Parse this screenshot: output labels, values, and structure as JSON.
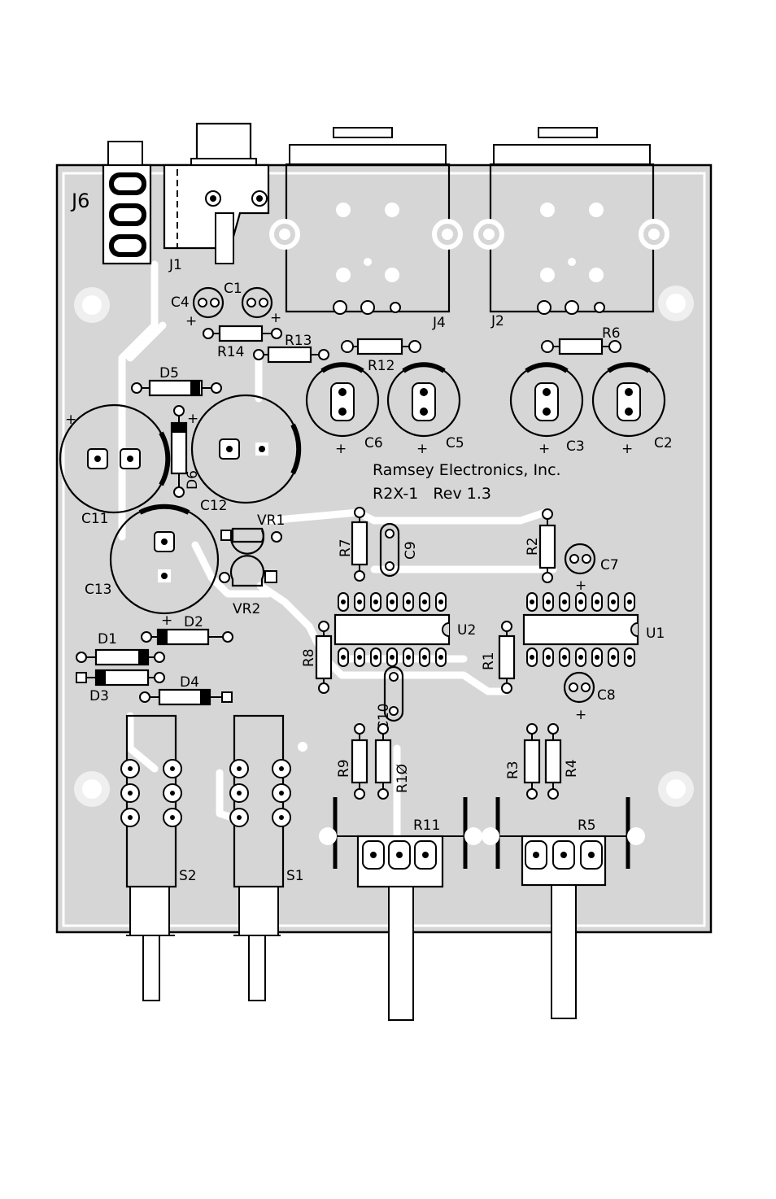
{
  "board": {
    "maker": "Ramsey Electronics, Inc.",
    "revision": "R2X-1   Rev 1.3"
  },
  "labels": {
    "J6": "J6",
    "J1": "J1",
    "J4": "J4",
    "J2": "J2",
    "C1": "C1",
    "C4": "C4",
    "R14": "R14",
    "R13": "R13",
    "R12": "R12",
    "R6": "R6",
    "D5": "D5",
    "D6": "D6",
    "C11": "C11",
    "C12": "C12",
    "C6": "C6",
    "C5": "C5",
    "C3": "C3",
    "C2": "C2",
    "VR1": "VR1",
    "VR2": "VR2",
    "C13": "C13",
    "R7": "R7",
    "C9": "C9",
    "R2": "R2",
    "C7": "C7",
    "U2": "U2",
    "U1": "U1",
    "R8": "R8",
    "R1": "R1",
    "C8": "C8",
    "D1": "D1",
    "D2": "D2",
    "D3": "D3",
    "D4": "D4",
    "C10": "C10",
    "R9": "R9",
    "R10": "R1Ø",
    "R3": "R3",
    "R4": "R4",
    "R11": "R11",
    "R5": "R5",
    "S2": "S2",
    "S1": "S1"
  },
  "polarity_mark": "+",
  "colors": {
    "board": "#d6d6d6",
    "ink": "#000000",
    "copper": "#ffffff",
    "background": "#ffffff"
  }
}
